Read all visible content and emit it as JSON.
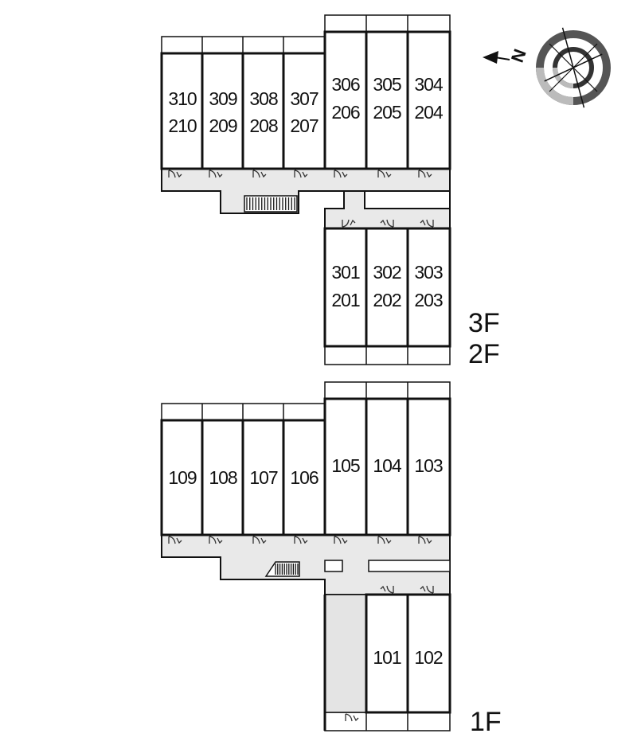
{
  "floors": {
    "upper_a": "3F",
    "upper_b": "2F",
    "ground": "1F"
  },
  "compass": {
    "north_letter": "N"
  },
  "upper_units": {
    "u310": "310",
    "u210": "210",
    "u309": "309",
    "u209": "209",
    "u308": "308",
    "u208": "208",
    "u307": "307",
    "u207": "207",
    "u306": "306",
    "u206": "206",
    "u305": "305",
    "u205": "205",
    "u304": "304",
    "u204": "204",
    "u301": "301",
    "u201": "201",
    "u302": "302",
    "u202": "202",
    "u303": "303",
    "u203": "203"
  },
  "ground_units": {
    "u109": "109",
    "u108": "108",
    "u107": "107",
    "u106": "106",
    "u105": "105",
    "u104": "104",
    "u103": "103",
    "u101": "101",
    "u102": "102"
  },
  "colors": {
    "line": "#111111",
    "corridor": "#e9e9e9"
  }
}
